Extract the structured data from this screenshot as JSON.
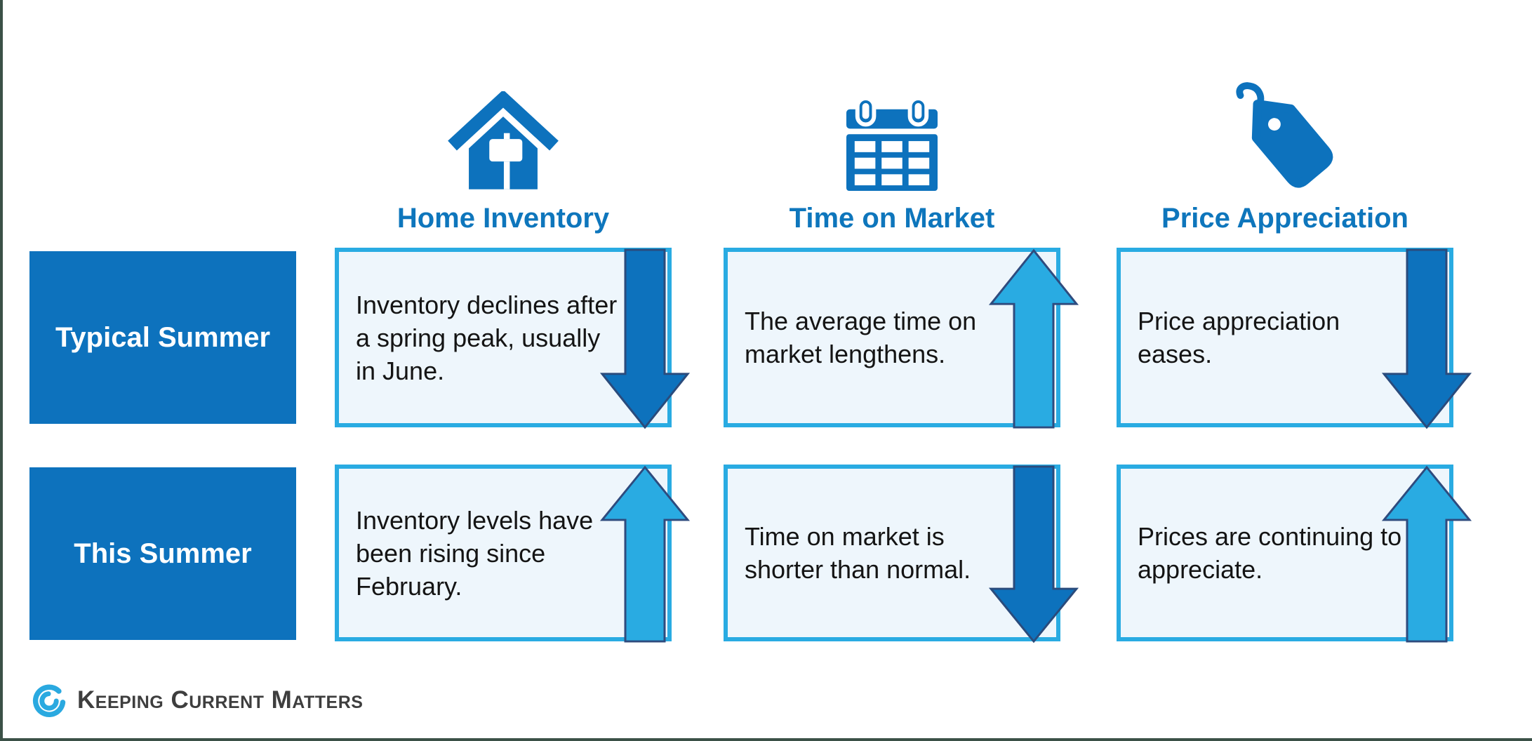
{
  "colors": {
    "blue": "#0D72BD",
    "cyan": "#29ABE2",
    "cell_bg": "#EEF6FC",
    "arrow_dark_stroke": "#2A4B7C",
    "arrow_up_stroke": "#2E4B7E",
    "header_text": "#0E76BC",
    "frame": "#3B5147",
    "logo_text_color": "#3E3E3E",
    "logo_swirl": "#2AA9E0"
  },
  "columns": [
    {
      "label": "Home Inventory",
      "icon": "house-icon"
    },
    {
      "label": "Time on Market",
      "icon": "calendar-icon"
    },
    {
      "label": "Price Appreciation",
      "icon": "price-tag-icon"
    }
  ],
  "rows": [
    {
      "label": "Typical Summer",
      "cells": [
        {
          "lines": [
            "Inventory declines after",
            "a spring peak, usually",
            "in June."
          ],
          "arrow": "down"
        },
        {
          "lines": [
            "The average time on",
            "market lengthens."
          ],
          "arrow": "up"
        },
        {
          "lines": [
            "Price appreciation",
            "eases."
          ],
          "arrow": "down"
        }
      ]
    },
    {
      "label": "This Summer",
      "cells": [
        {
          "lines": [
            "Inventory levels have",
            "been rising since",
            "February."
          ],
          "arrow": "up"
        },
        {
          "lines": [
            "Time on market is",
            "shorter than normal."
          ],
          "arrow": "down"
        },
        {
          "lines": [
            "Prices are continuing to",
            "appreciate."
          ],
          "arrow": "up"
        }
      ]
    }
  ],
  "footer": {
    "logo_text": "Keeping Current Matters"
  }
}
